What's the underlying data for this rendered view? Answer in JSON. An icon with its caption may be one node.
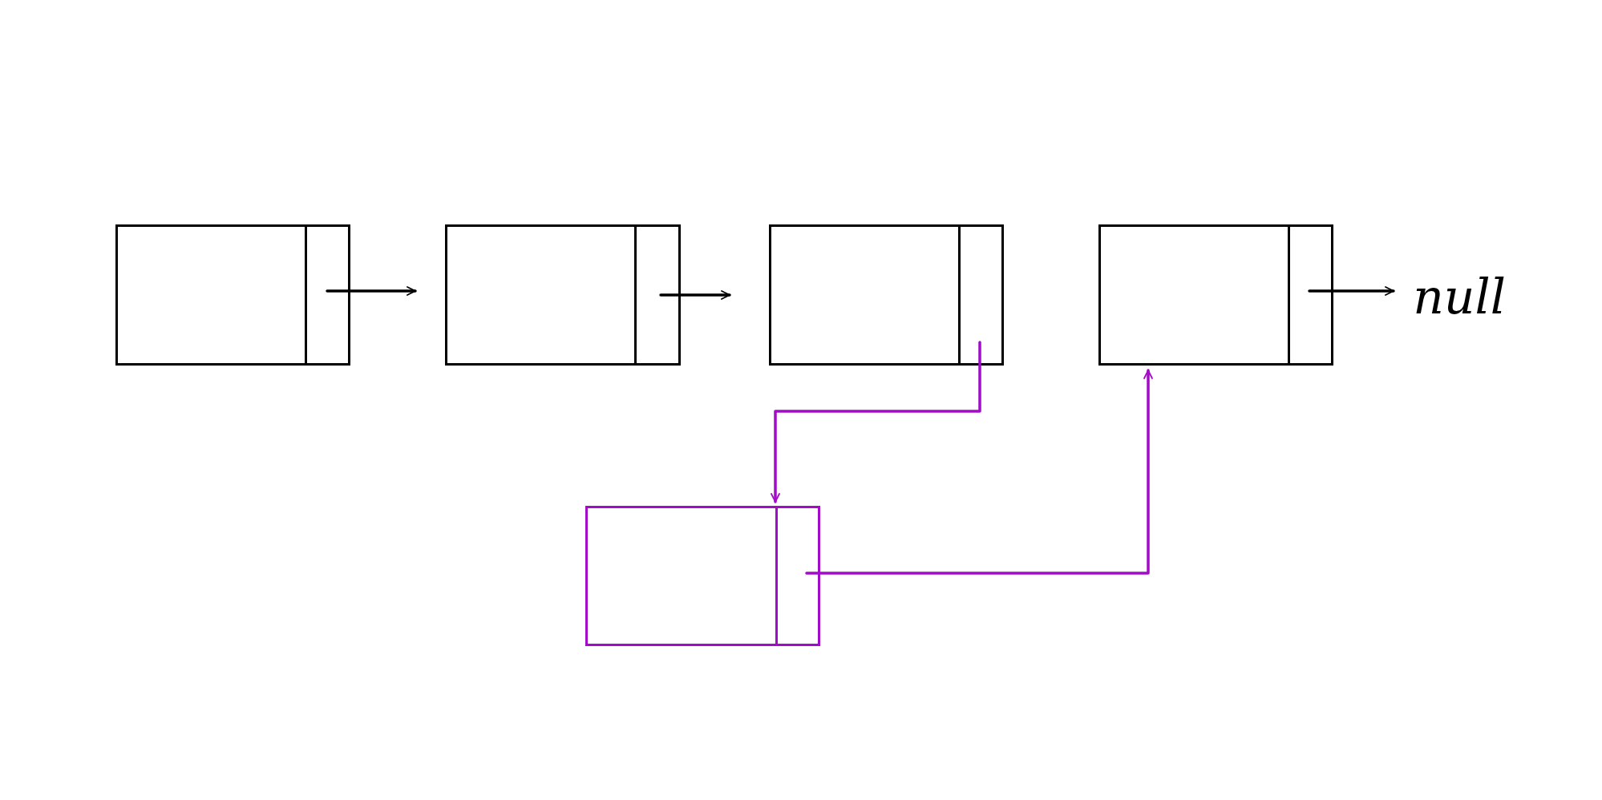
{
  "diagram": {
    "nodes": [
      {
        "text": [],
        "shape": "box"
      },
      {
        "text": [],
        "shape": "box"
      },
      {
        "text": [],
        "shape": "box"
      },
      {
        "text": [],
        "shape": "box"
      },
      {
        "text": [],
        "shape": "box"
      },
      {
        "text": [
          "null"
        ]
      }
    ],
    "edges": [
      {
        "from": 0,
        "to": 1,
        "arrow": "to"
      },
      {
        "from": 1,
        "to": 2,
        "arrow": "to"
      },
      {
        "from": 3,
        "to": 5,
        "arrow": "to"
      },
      {
        "from": 2,
        "to": 4,
        "arrow": "to",
        "color": "#a30bc9"
      },
      {
        "from": 4,
        "to": 3,
        "arrow": "to",
        "color": "#a30bc9"
      }
    ]
  }
}
